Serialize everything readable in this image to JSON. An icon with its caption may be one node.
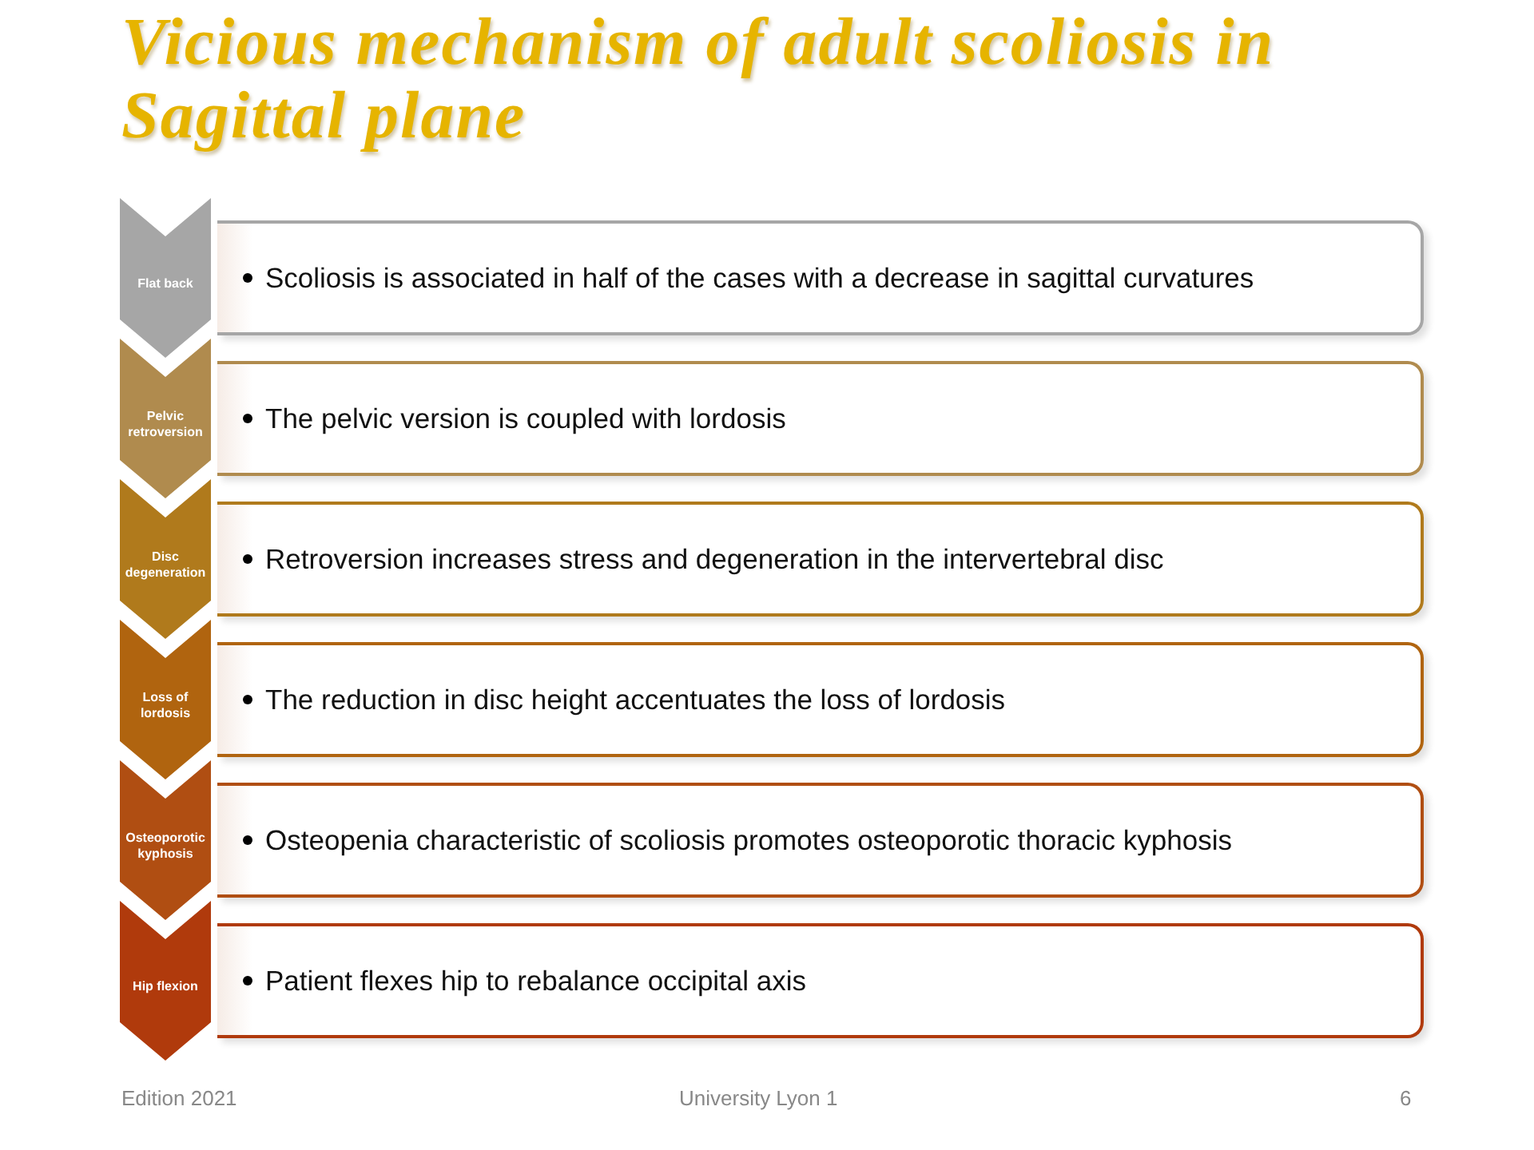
{
  "diagram": {
    "title": "Vicious mechanism of adult scoliosis in Sagittal plane",
    "nodes": [
      {
        "text": [
          "Flat back"
        ]
      },
      {
        "text": [
          "Scoliosis is associated in half of the cases with a decrease in sagittal curvatures"
        ]
      },
      {
        "text": [
          "Pelvic retroversion"
        ]
      },
      {
        "text": [
          "The pelvic version is coupled with lordosis"
        ]
      },
      {
        "text": [
          "Disc degeneration"
        ]
      },
      {
        "text": [
          "Retroversion increases stress and degeneration in the intervertebral disc"
        ]
      },
      {
        "text": [
          "Loss of lordosis"
        ]
      },
      {
        "text": [
          "The reduction in disc height accentuates the loss of lordosis"
        ]
      },
      {
        "text": [
          "Osteoporotic kyphosis"
        ]
      },
      {
        "text": [
          "Osteopenia characteristic of scoliosis promotes osteoporotic thoracic kyphosis"
        ]
      },
      {
        "text": [
          "Hip flexion"
        ]
      },
      {
        "text": [
          "Patient flexes hip to rebalance occipital axis"
        ]
      }
    ],
    "labels": [
      "Edition 2021",
      "University Lyon 1",
      "6"
    ]
  }
}
